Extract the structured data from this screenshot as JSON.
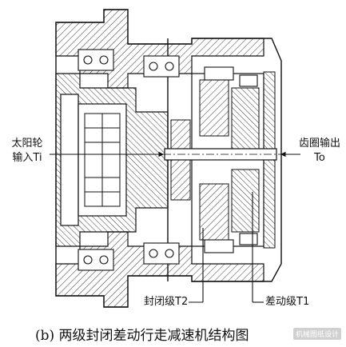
{
  "labels": {
    "sun_gear_line1": "太阳轮",
    "sun_gear_line2": "输入Ti",
    "ring_gear_line1": "齿圈输出",
    "ring_gear_line2": "To",
    "closed_stage": "封闭级T2",
    "diff_stage": "差动级T1"
  },
  "caption": "(b) 两级封闭差动行走减速机结构图",
  "watermark": "机械图纸设计",
  "colors": {
    "ink": "#111111",
    "hatch": "#222222",
    "paper": "#ffffff"
  }
}
